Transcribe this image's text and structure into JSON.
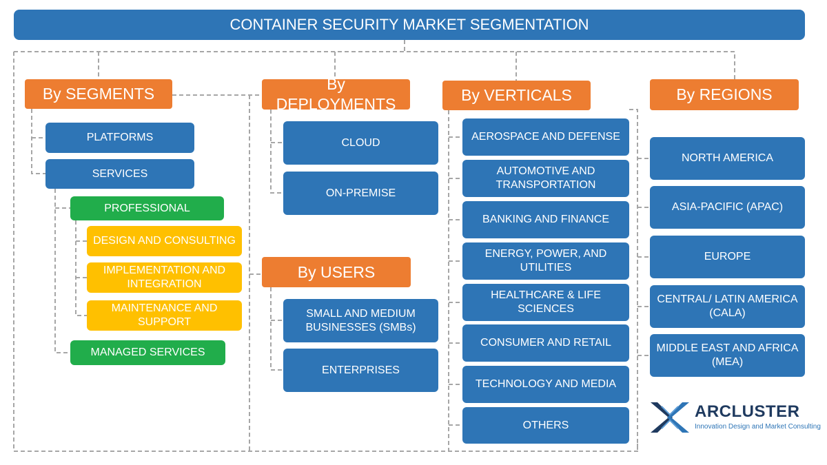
{
  "title": "CONTAINER SECURITY MARKET SEGMENTATION",
  "segments": {
    "label": "By SEGMENTS",
    "platforms": "PLATFORMS",
    "services": "SERVICES",
    "professional": "PROFESSIONAL",
    "design": "DESIGN AND CONSULTING",
    "implementation": "IMPLEMENTATION AND INTEGRATION",
    "maintenance": "MAINTENANCE AND SUPPORT",
    "managed": "MANAGED SERVICES"
  },
  "deployments": {
    "label": "By DEPLOYMENTS",
    "items": [
      "CLOUD",
      "ON-PREMISE"
    ]
  },
  "users": {
    "label": "By USERS",
    "items": [
      "SMALL AND MEDIUM BUSINESSES (SMBs)",
      "ENTERPRISES"
    ]
  },
  "verticals": {
    "label": "By VERTICALS",
    "items": [
      "AEROSPACE AND DEFENSE",
      "AUTOMOTIVE AND TRANSPORTATION",
      "BANKING AND FINANCE",
      "ENERGY, POWER, AND UTILITIES",
      "HEALTHCARE & LIFE SCIENCES",
      "CONSUMER AND RETAIL",
      "TECHNOLOGY AND MEDIA",
      "OTHERS"
    ]
  },
  "regions": {
    "label": "By REGIONS",
    "items": [
      "NORTH AMERICA",
      "ASIA-PACIFIC (APAC)",
      "EUROPE",
      "CENTRAL/ LATIN AMERICA (CALA)",
      "MIDDLE EAST AND AFRICA (MEA)"
    ]
  },
  "logo": {
    "name": "ARCLUSTER",
    "tagline": "Innovation Design and Market Consulting"
  },
  "colors": {
    "title": "#2e75b6",
    "category": "#ed7d31",
    "item": "#2e75b6",
    "service_type": "#21ad4b",
    "sub_service": "#ffc000",
    "connector": "#a6a6a6"
  }
}
